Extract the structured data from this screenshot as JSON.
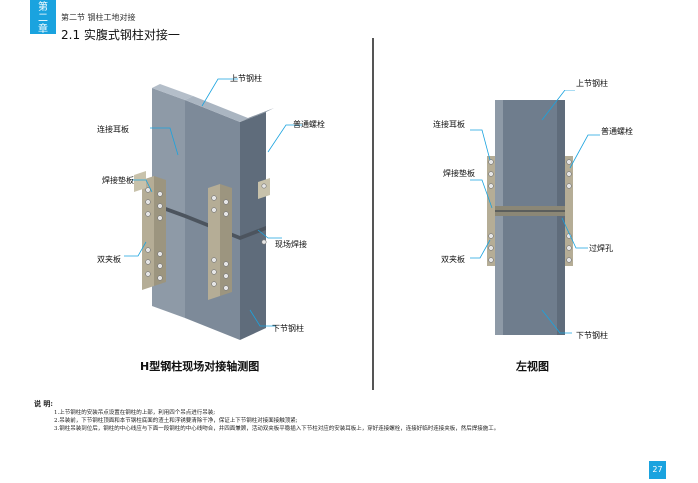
{
  "header": {
    "chapter_chars": [
      "第",
      "二",
      "章"
    ],
    "section": "第二节  钢柱工地对接",
    "title": "2.1  实腹式钢柱对接一"
  },
  "left_figure": {
    "caption": "H型钢柱现场对接轴测图",
    "labels": {
      "upper_column": "上节钢柱",
      "ear_plate": "连接耳板",
      "bolt": "普通螺栓",
      "backing_plate": "焊接垫板",
      "field_weld": "现场焊接",
      "double_clamp": "双夹板",
      "lower_column": "下节钢柱"
    }
  },
  "right_figure": {
    "caption": "左视图",
    "labels": {
      "upper_column": "上节钢柱",
      "ear_plate": "连接耳板",
      "bolt": "普通螺栓",
      "backing_plate": "焊接垫板",
      "weld_hole": "过焊孔",
      "double_clamp": "双夹板",
      "lower_column": "下节钢柱"
    }
  },
  "notes": {
    "title": "说  明:",
    "items": [
      "1.上节钢柱的安装吊点设置在钢柱的上部，利用四个吊点进行吊装;",
      "2.吊装前，下节钢柱顶面和本节钢柱底面的渣土和浮锈要清除干净，保证上下节钢柱对接面接触顶紧;",
      "3.钢柱吊装到位后，钢柱的中心线应与下面一段钢柱的中心线吻合，并四面兼顾，活动双夹板平稳插入下节柱对应的安装耳板上，穿好连接螺栓，连接好临时连接夹板，然后焊接施工。"
    ]
  },
  "page_number": "27",
  "colors": {
    "accent": "#1aa3df",
    "steel": "#6f7d8d",
    "steel_light": "#9aa6b3",
    "plate": "#a8a28e"
  }
}
